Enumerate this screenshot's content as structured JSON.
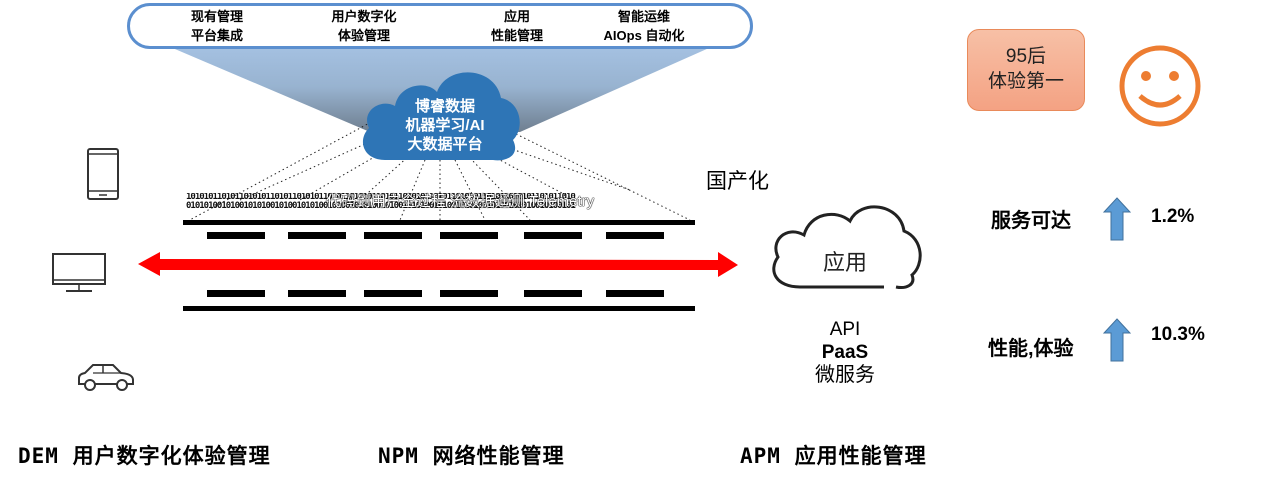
{
  "capabilities": [
    {
      "line1": "现有管理",
      "line2": "平台集成"
    },
    {
      "line1": "用户数字化",
      "line2": "体验管理"
    },
    {
      "line1": "应用",
      "line2": "性能管理"
    },
    {
      "line1": "智能运维",
      "line2": "AIOps 自动化"
    }
  ],
  "platform_cloud": {
    "line1": "博睿数据",
    "line2": "机器学习/AI",
    "line3": "大数据平台"
  },
  "telemetry_label": "代码到用户全过程 流数据遥测 Telemetry",
  "binary_rows": {
    "row1": "1010101101011010101101011010101101011010101101011010101101011010101101011010101101011010",
    "row2": "0101010010100101010010100101010010100101010010100101010010100101010010100101010010100101"
  },
  "localization_label": "国产化",
  "app_cloud": {
    "label": "应用",
    "api": "API",
    "paas": "PaaS",
    "microservices": "微服务"
  },
  "devices": [
    {
      "icon": "mobile-phone-icon"
    },
    {
      "icon": "monitor-icon"
    },
    {
      "icon": "car-icon"
    }
  ],
  "badge": {
    "line1": "95后",
    "line2": "体验第一"
  },
  "metrics": [
    {
      "label": "服务可达",
      "trend": "up",
      "value": "1.2%"
    },
    {
      "label": "性能,体验",
      "trend": "up",
      "value": "10.3%"
    }
  ],
  "footer": {
    "dem": "DEM 用户数字化体验管理",
    "npm": "NPM 网络性能管理",
    "apm": "APM 应用性能管理"
  },
  "colors": {
    "pill_border": "#5b8fcf",
    "cloud_blue": "#2e75b6",
    "arrow_red": "#ff0000",
    "up_arrow": "#5b9bd5",
    "badge_orange": "#f4a283",
    "smiley_orange": "#ed7d31"
  }
}
